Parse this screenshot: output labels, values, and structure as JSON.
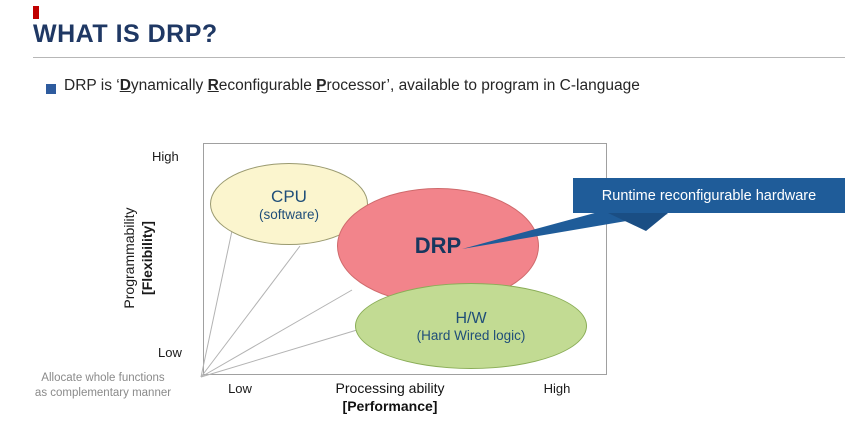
{
  "title": "WHAT IS DRP?",
  "bullet": {
    "pre": "DRP is ‘",
    "b1": "D",
    "t1": "ynamically ",
    "b2": "R",
    "t2": "econfigurable ",
    "b3": "P",
    "t3": "rocessor’, available to program in C-language"
  },
  "chart": {
    "y_axis": {
      "title": "Programmability",
      "title_bold": "[Flexibility]",
      "high": "High",
      "low": "Low"
    },
    "x_axis": {
      "title": "Processing ability",
      "title_bold": "[Performance]",
      "low": "Low",
      "high": "High"
    },
    "ellipses": {
      "cpu": {
        "label": "CPU",
        "sublabel": "(software)"
      },
      "drp": {
        "label": "DRP"
      },
      "hw": {
        "label": "H/W",
        "sublabel": "(Hard Wired logic)"
      }
    },
    "callout": "Runtime reconfigurable hardware",
    "note1": "Allocate whole functions",
    "note2": "as complementary manner"
  },
  "chart_data": {
    "type": "scatter",
    "title": "",
    "xlabel": "Processing ability [Performance]",
    "ylabel": "Programmability [Flexibility]",
    "x_range": [
      "Low",
      "High"
    ],
    "y_range": [
      "Low",
      "High"
    ],
    "points": [
      {
        "label": "CPU (software)",
        "x": "low",
        "y": "high"
      },
      {
        "label": "DRP",
        "x": "medium",
        "y": "medium-high"
      },
      {
        "label": "H/W (Hard Wired logic)",
        "x": "medium-high",
        "y": "low"
      }
    ],
    "annotation": "Runtime reconfigurable hardware → DRP"
  },
  "colors": {
    "title_blue": "#1F3864",
    "accent_red": "#C00000",
    "bullet_blue": "#2E5B9E",
    "cpu_fill": "#FBF5CE",
    "drp_fill": "#F2848B",
    "hw_fill": "#C2DB93",
    "callout_bg": "#1F5C99",
    "ellipse_text": "#1F4E79"
  }
}
